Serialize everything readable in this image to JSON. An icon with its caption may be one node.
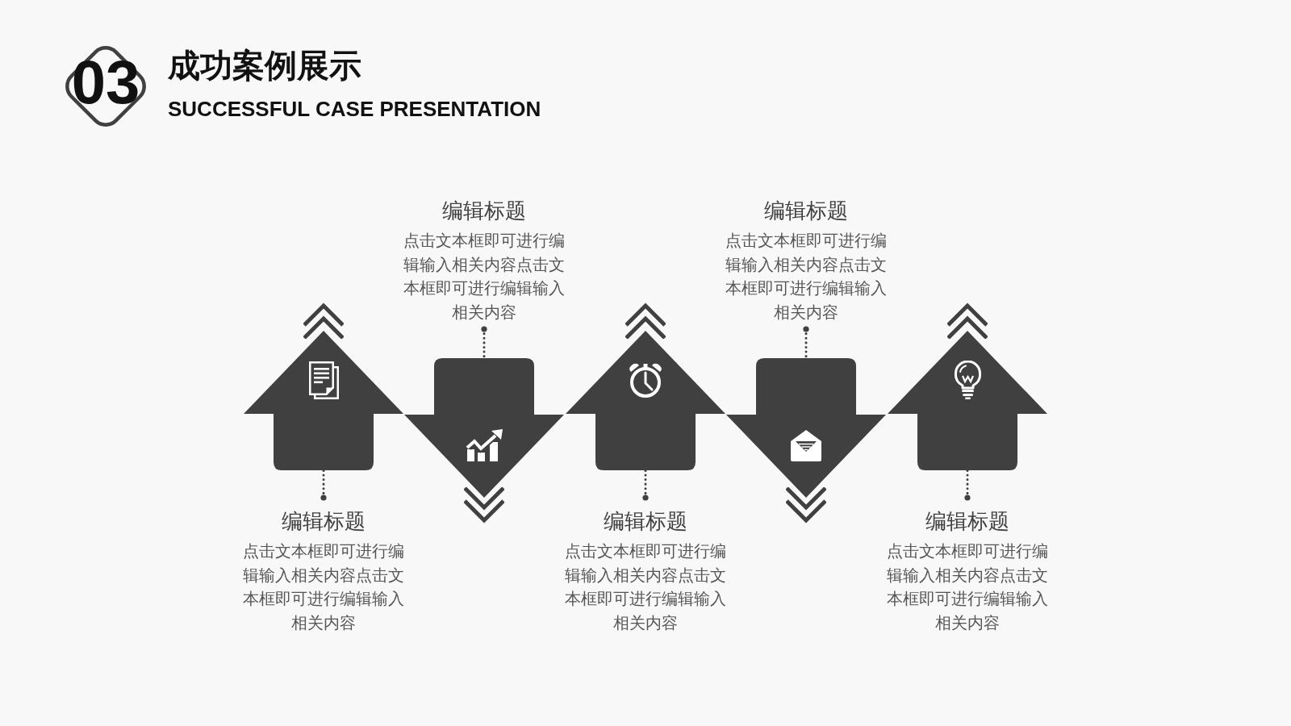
{
  "diagram": {
    "title": "成功案例展示",
    "nodes": [
      {
        "text": [
          "03"
        ]
      },
      {
        "text": [],
        "shape": "arrow"
      },
      {
        "text": [],
        "shape": "arrow"
      },
      {
        "text": [],
        "shape": "arrow"
      },
      {
        "text": [],
        "shape": "arrow"
      },
      {
        "text": [],
        "shape": "arrow"
      },
      {
        "text": [
          "编辑标题",
          "点击文本框即可进行编辑输入相关内容点击文本框即可进行编辑输入相关内容"
        ]
      },
      {
        "text": [
          "编辑标题",
          "点击文本框即可进行编辑输入相关内容点击文本框即可进行编辑输入相关内容"
        ]
      },
      {
        "text": [
          "编辑标题",
          "点击文本框即可进行编辑输入相关内容点击文本框即可进行编辑输入相关内容"
        ]
      },
      {
        "text": [
          "编辑标题",
          "点击文本框即可进行编辑输入相关内容点击文本框即可进行编辑输入相关内容"
        ]
      },
      {
        "text": [
          "编辑标题",
          "点击文本框即可进行编辑输入相关内容点击文本框即可进行编辑输入相关内容"
        ]
      }
    ],
    "edges": [
      {
        "from": 6,
        "to": 1,
        "arrow": "other",
        "style": "dashed"
      },
      {
        "from": 7,
        "to": 2,
        "arrow": "other",
        "style": "dashed"
      },
      {
        "from": 8,
        "to": 3,
        "arrow": "other",
        "style": "dashed"
      },
      {
        "from": 9,
        "to": 4,
        "arrow": "other",
        "style": "dashed"
      },
      {
        "from": 10,
        "to": 5,
        "arrow": "other",
        "style": "dashed"
      }
    ],
    "labels": [
      "SUCCESSFUL CASE PRESENTATION"
    ]
  }
}
